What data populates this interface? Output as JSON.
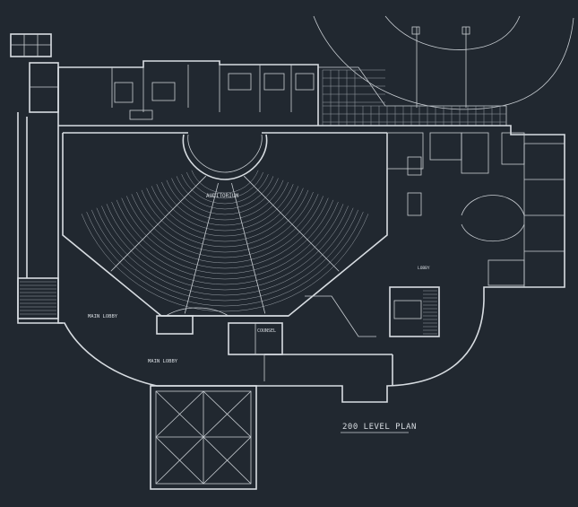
{
  "drawing": {
    "title": "200 LEVEL PLAN",
    "labels": {
      "auditorium": "AUDITORIUM",
      "main_lobby_1": "MAIN LOBBY",
      "main_lobby_2": "MAIN LOBBY",
      "counsel": "COUNSEL",
      "lobby": "LOBBY"
    }
  },
  "colors": {
    "background": "#212830",
    "linework": "#d8dde2"
  }
}
